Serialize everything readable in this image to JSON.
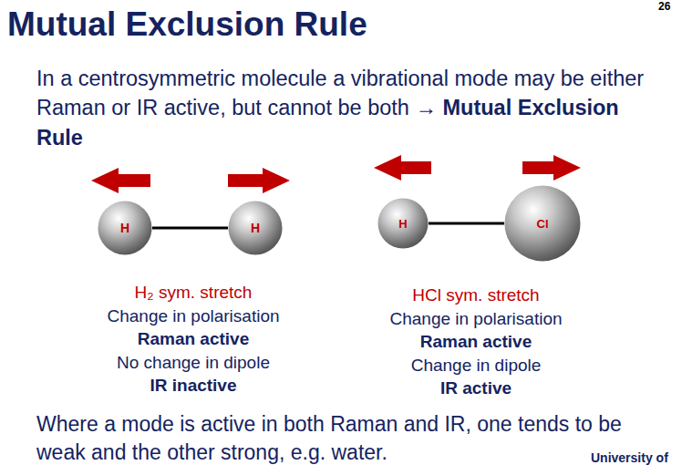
{
  "diagram": {
    "title": "Mutual Exclusion Rule",
    "nodes": [
      {
        "text": [
          "H"
        ]
      },
      {
        "text": [
          "H"
        ]
      },
      {
        "text": [
          "H"
        ]
      },
      {
        "text": [
          "Cl"
        ]
      }
    ],
    "edges": [
      {
        "from": 0,
        "to": 1,
        "arrow": "none"
      },
      {
        "from": 2,
        "to": 3,
        "arrow": "none"
      }
    ],
    "labels": [
      "26",
      "In a centrosymmetric molecule a vibrational mode may be either Raman or IR active, but cannot be both →",
      "Mutual Exclusion Rule",
      "H₂ sym. stretch",
      "Change in polarisation",
      "Raman active",
      "No change in dipole",
      "IR inactive",
      "HCl sym. stretch",
      "Change in polarisation",
      "Raman active",
      "Change in dipole",
      "IR active",
      "Where a mode is active in both Raman and IR, one tends to be weak and the other strong, e.g. water.",
      "University of"
    ]
  }
}
